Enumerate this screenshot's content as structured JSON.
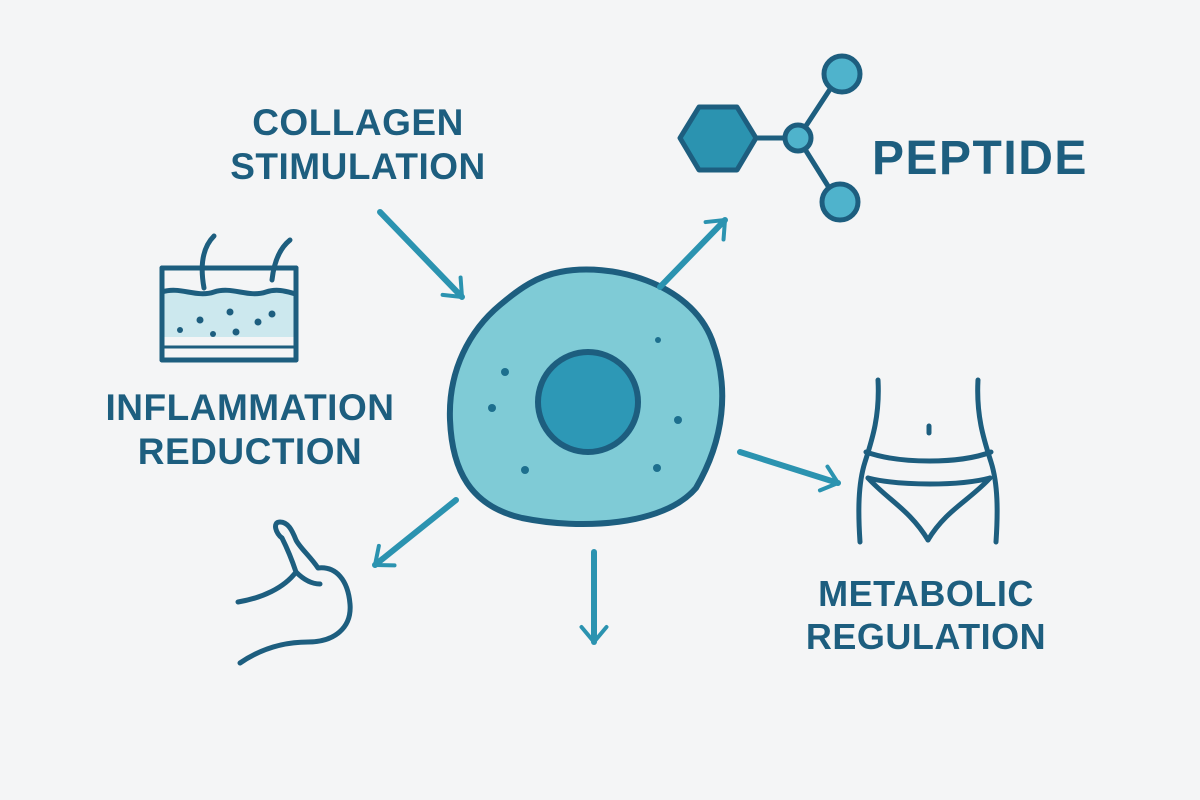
{
  "labels": {
    "collagen": {
      "line1": "COLLAGEN",
      "line2": "STIMULATION"
    },
    "inflammation": {
      "line1": "INFLAMMATION",
      "line2": "REDUCTION"
    },
    "metabolic": {
      "line1": "METABOLIC",
      "line2": "REGULATION"
    },
    "peptide": "PEPTIDE"
  },
  "icons": {
    "center": "cell-icon",
    "peptide": "peptide-molecule-icon",
    "skin": "skin-layer-icon",
    "muscle": "flexed-arm-icon",
    "body": "waist-icon"
  },
  "colors": {
    "background": "#f4f5f6",
    "text": "#1d5e7f",
    "outline": "#1d5e7f",
    "arrow": "#2b93b0",
    "cell_fill": "#7fcbd6",
    "nucleus_fill": "#2d98b6",
    "molecule_fill": "#2b93b0",
    "node_fill": "#4fb3cc",
    "skin_fill": "#cce8ee"
  }
}
